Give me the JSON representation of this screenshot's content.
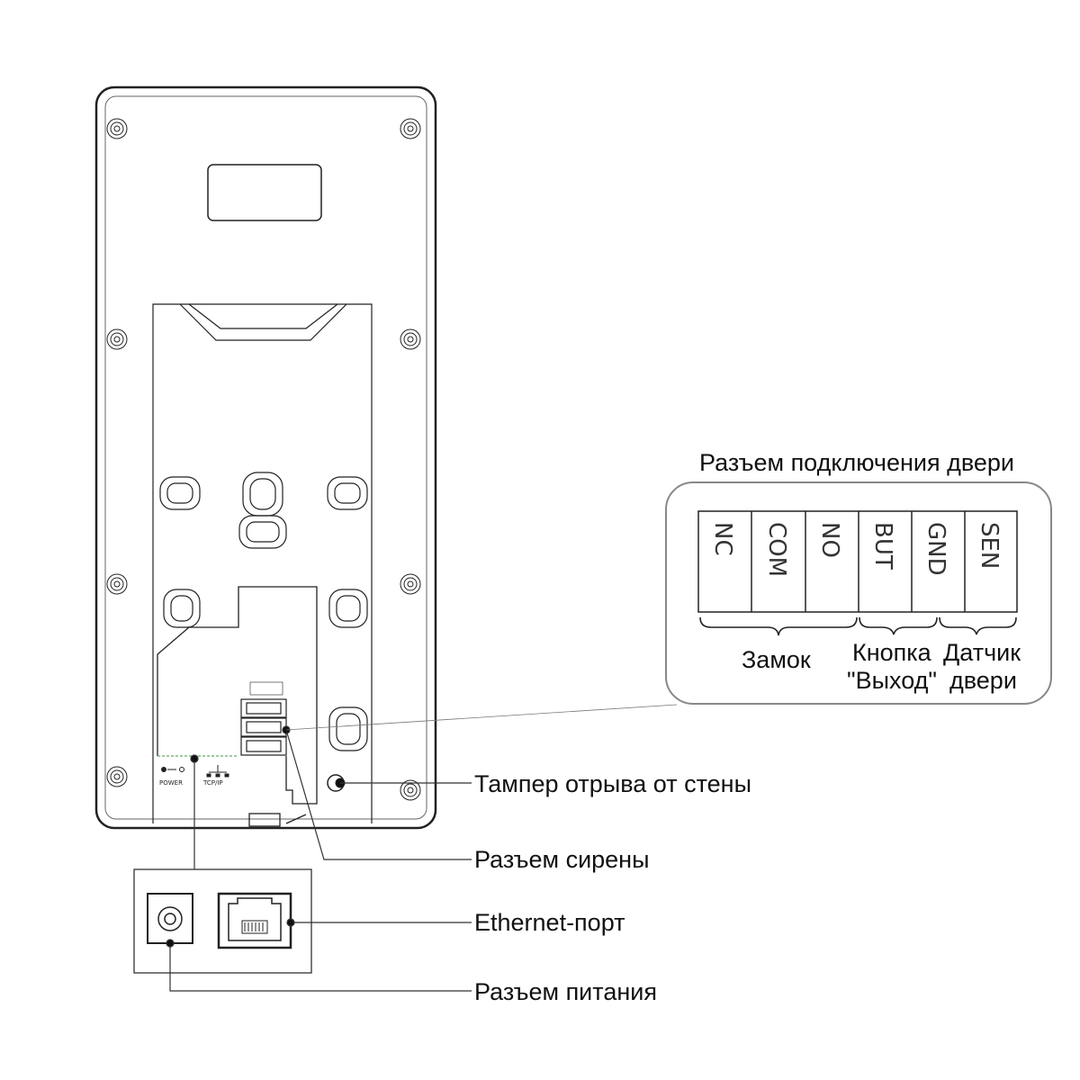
{
  "door_connector": {
    "title": "Разъем подключения двери",
    "pins": [
      "NC",
      "COM",
      "NO",
      "BUT",
      "GND",
      "SEN"
    ],
    "groups": {
      "lock": "Замок",
      "button_line1": "Кнопка",
      "button_line2": "\"Выход\"",
      "sensor_line1": "Датчик",
      "sensor_line2": "двери"
    }
  },
  "callouts": {
    "tamper": "Тампер отрыва от стены",
    "siren": "Разъем сирены",
    "ethernet": "Ethernet-порт",
    "power": "Разъем питания"
  },
  "board_labels": {
    "power": "POWER",
    "tcpip": "TCP/IP"
  }
}
